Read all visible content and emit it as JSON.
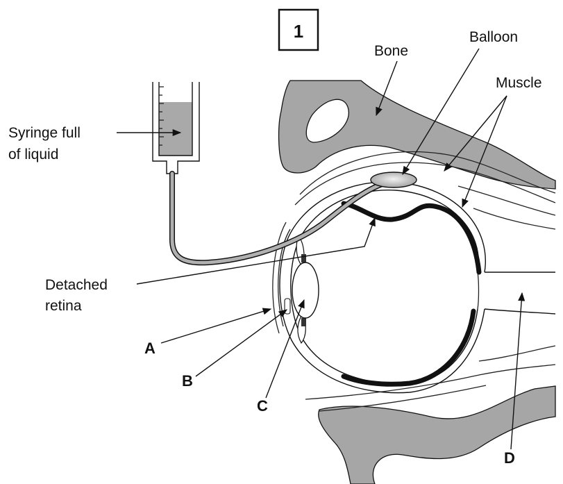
{
  "figure_number": "1",
  "labels": {
    "bone": "Bone",
    "balloon": "Balloon",
    "muscle": "Muscle",
    "syringe_line1": "Syringe full",
    "syringe_line2": "of liquid",
    "detached_line1": "Detached",
    "detached_line2": "retina",
    "a": "A",
    "b": "B",
    "c": "C",
    "d": "D"
  },
  "colors": {
    "bone_fill": "#a6a6a6",
    "liquid_fill": "#a9a9a9",
    "outline": "#111111",
    "retina": "#111111"
  }
}
